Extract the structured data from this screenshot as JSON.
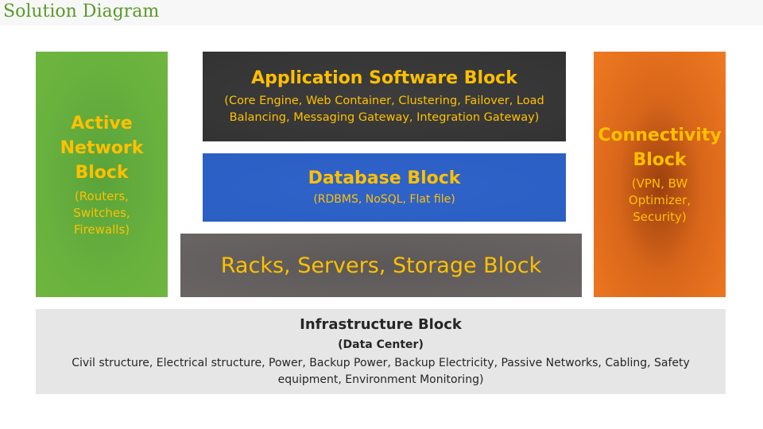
{
  "page": {
    "title": "Solution Diagram"
  },
  "blocks": {
    "active_network": {
      "title_lines": [
        "Active",
        "Network",
        "Block"
      ],
      "detail_lines": [
        "(Routers,",
        "Switches,",
        "Firewalls)"
      ]
    },
    "application_software": {
      "title": "Application Software Block",
      "details": "(Core Engine, Web Container, Clustering, Failover, Load Balancing, Messaging Gateway, Integration Gateway)"
    },
    "database": {
      "title": "Database Block",
      "details": "(RDBMS, NoSQL, Flat file)"
    },
    "racks": {
      "title": "Racks, Servers, Storage Block"
    },
    "connectivity": {
      "title_lines": [
        "Connectivity",
        "Block"
      ],
      "detail_lines": [
        "(VPN, BW",
        "Optimizer,",
        "Security)"
      ]
    },
    "infrastructure": {
      "title": "Infrastructure Block",
      "subtitle": "(Data Center)",
      "details": "Civil structure, Electrical structure, Power, Backup Power, Backup Electricity, Passive Networks, Cabling, Safety equipment, Environment Monitoring)"
    }
  },
  "colors": {
    "title_text": "#5a9a2a",
    "block_text": "#ffc000",
    "active_network_bg": "#68b13e",
    "connectivity_bg": "#f07a22",
    "application_bg": "#333333",
    "database_bg": "#2c5fc4",
    "racks_bg": "#6a6564",
    "infrastructure_bg": "#e6e6e6"
  }
}
